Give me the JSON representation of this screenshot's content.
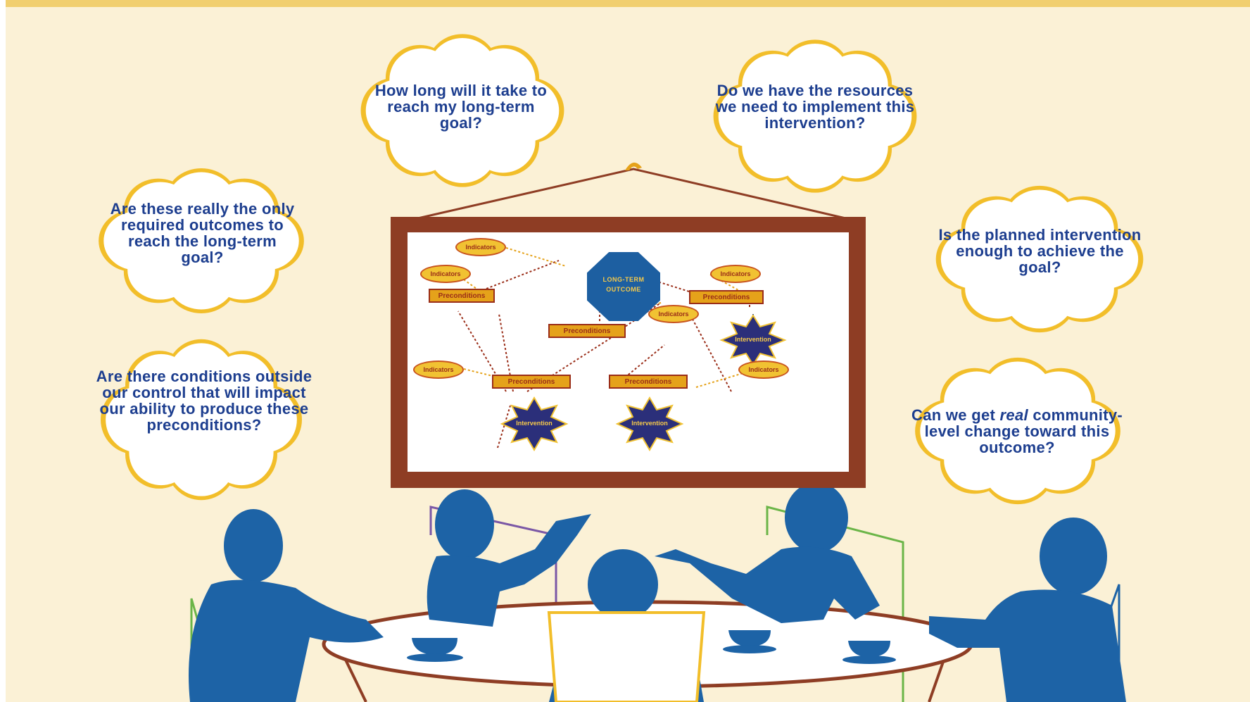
{
  "bubbles": {
    "how_long": "How long will it take to reach my long-term goal?",
    "resources": "Do we have the resources we need to implement this intervention?",
    "only_outcomes": "Are these really the only required outcomes to reach the long-term goal?",
    "enough": "Is the planned intervention enough to achieve the goal?",
    "conditions": "Are there conditions outside our control that will impact our ability to produce these preconditions?",
    "real_change_pre": "Can we get ",
    "real_change_em": "real",
    "real_change_post": " community-level change toward this outcome?"
  },
  "poster": {
    "outcome_line1": "LONG-TERM",
    "outcome_line2": "OUTCOME",
    "indicators": "Indicators",
    "preconditions": "Preconditions",
    "intervention": "Intervention"
  },
  "colors": {
    "background": "#fbf1d6",
    "cloud_border": "#f2be2a",
    "text": "#1d3e8f",
    "people": "#1d63a6",
    "frame": "#8e3d24"
  }
}
